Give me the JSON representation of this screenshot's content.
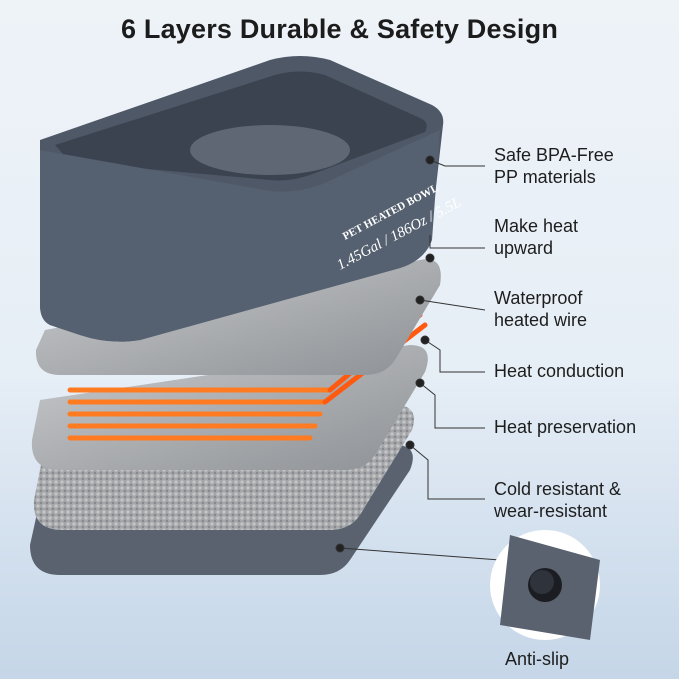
{
  "title": "6 Layers Durable & Safety Design",
  "bowl_print": {
    "brand_line": "PET HEATED BOWL",
    "capacity": "1.45Gal / 186Oz / 5.5L"
  },
  "layers": [
    {
      "line1": "Safe BPA-Free",
      "line2": "PP materials"
    },
    {
      "line1": "Make heat",
      "line2": "upward"
    },
    {
      "line1": "Waterproof",
      "line2": "heated wire"
    },
    {
      "line1": "Heat conduction",
      "line2": ""
    },
    {
      "line1": "Heat preservation",
      "line2": ""
    },
    {
      "line1": "Cold resistant &",
      "line2": "wear-resistant"
    }
  ],
  "inset_label": "Anti-slip",
  "colors": {
    "bowl": "#4f5866",
    "heater": "#ff6a1a",
    "plate": "#a9abad"
  }
}
